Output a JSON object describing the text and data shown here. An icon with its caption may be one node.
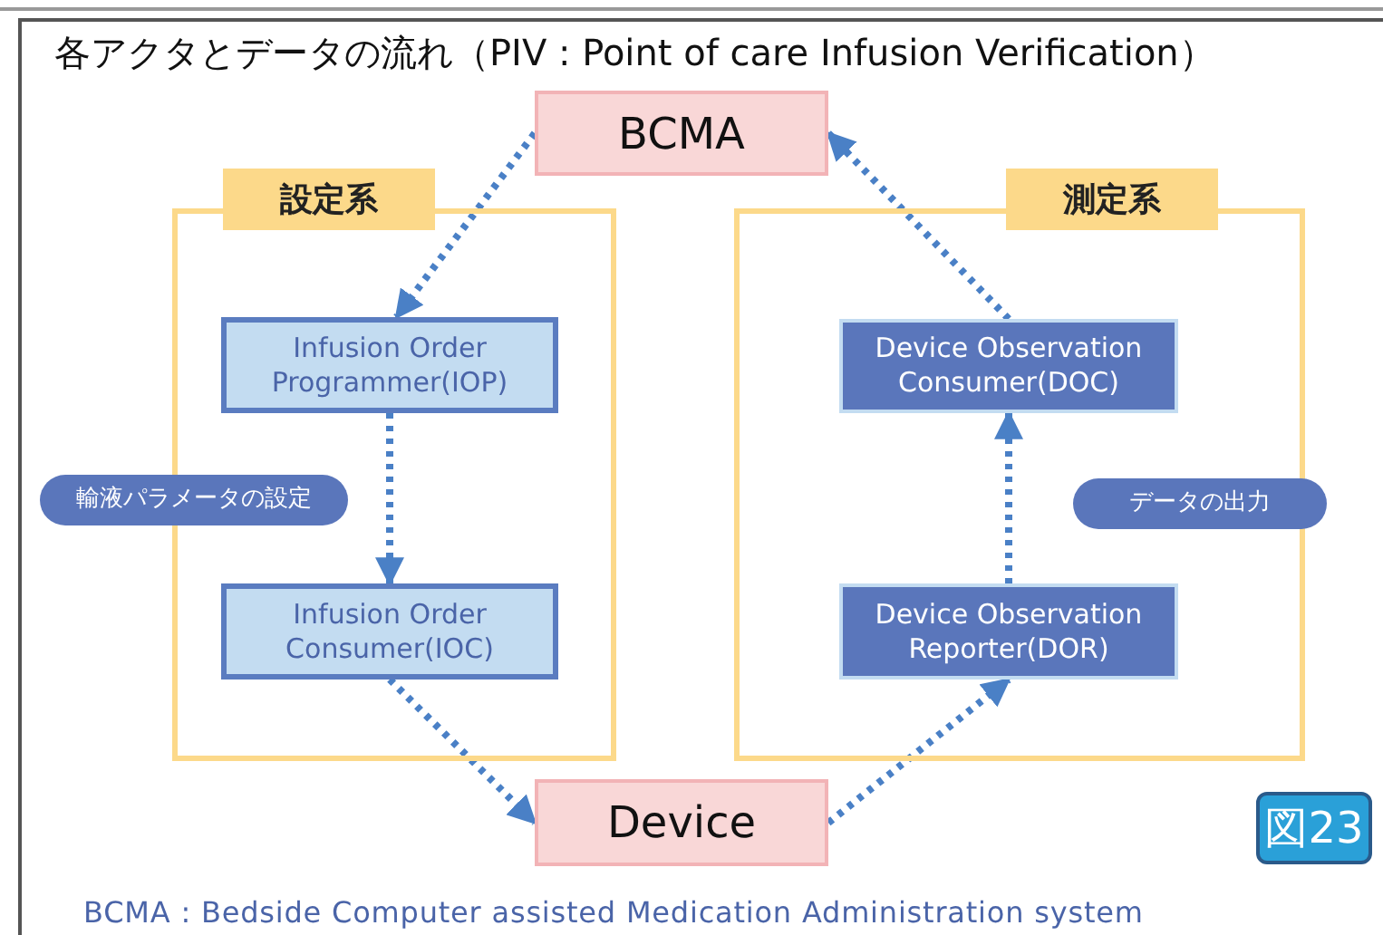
{
  "diagram": {
    "title": "各アクタとデータの流れ（PIV : Point of care Infusion Verification）",
    "caption": "BCMA : Bedside Computer assisted Medication Administration system",
    "nodes": [
      {
        "text": [
          "BCMA"
        ]
      },
      {
        "text": [
          "設定系"
        ]
      },
      {
        "text": [
          "Infusion Order Programmer(IOP)"
        ],
        "in": 1
      },
      {
        "text": [
          "Infusion Order Consumer(IOC)"
        ],
        "in": 1
      },
      {
        "text": [
          "測定系"
        ]
      },
      {
        "text": [
          "Device Observation Consumer(DOC)"
        ],
        "in": 4
      },
      {
        "text": [
          "Device Observation Reporter(DOR)"
        ],
        "in": 4
      },
      {
        "text": [
          "Device"
        ]
      }
    ],
    "edges": [
      {
        "from": 0,
        "to": 2,
        "arrow": "to",
        "style": "dashed"
      },
      {
        "from": 2,
        "to": 3,
        "arrow": "to",
        "style": "dashed"
      },
      {
        "from": 3,
        "to": 7,
        "arrow": "to",
        "style": "dashed"
      },
      {
        "from": 7,
        "to": 6,
        "arrow": "to",
        "style": "dashed"
      },
      {
        "from": 6,
        "to": 5,
        "arrow": "to",
        "style": "dashed"
      },
      {
        "from": 5,
        "to": 0,
        "arrow": "to",
        "style": "dashed"
      }
    ],
    "labels": [
      "輸液パラメータの設定",
      "データの出力",
      "図23"
    ]
  }
}
